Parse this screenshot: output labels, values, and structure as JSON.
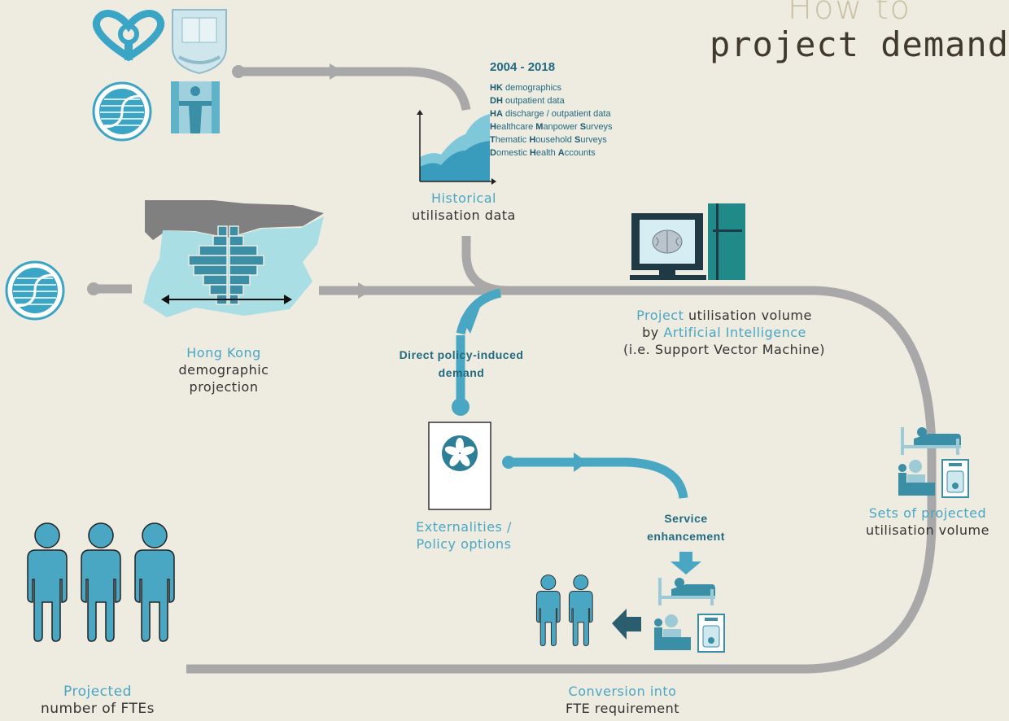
{
  "title": {
    "line1": "How to",
    "line2": "project demand"
  },
  "sources": {
    "years": "2004 - 2018",
    "items": [
      {
        "bold": "HK",
        "rest": " demographics"
      },
      {
        "bold": "DH",
        "rest": " outpatient data"
      },
      {
        "bold": "HA",
        "rest": " discharge / outpatient data"
      },
      {
        "bold": "H",
        "rest": "ealthcare ",
        "bold2": "M",
        "rest2": "anpower ",
        "bold3": "S",
        "rest3": "urveys"
      },
      {
        "bold": "T",
        "rest": "hematic ",
        "bold2": "H",
        "rest2": "ousehold ",
        "bold3": "S",
        "rest3": "urveys"
      },
      {
        "bold": "D",
        "rest": "omestic ",
        "bold2": "H",
        "rest2": "ealth ",
        "bold3": "A",
        "rest3": "ccounts"
      }
    ]
  },
  "labels": {
    "historical": {
      "accent": "Historical",
      "dark": "utilisation data"
    },
    "hk_demo": {
      "accent": "Hong Kong",
      "dark1": "demographic",
      "dark2": "projection"
    },
    "ai": {
      "accent1": "Project",
      "dark1": " utilisation volume",
      "dark2": "by ",
      "accent2": "Artificial Intelligence",
      "dark3": "(i.e. Support Vector Machine)"
    },
    "policy_demand": {
      "line1": "Direct policy-induced",
      "line2": "demand"
    },
    "externalities": {
      "line1": "Externalities /",
      "line2": "Policy options"
    },
    "service": {
      "line1": "Service",
      "line2": "enhancement"
    },
    "sets": {
      "accent": "Sets of projected",
      "dark": "utilisation volume"
    },
    "projected_fte": {
      "accent": "Projected",
      "dark": "number of FTEs"
    },
    "conversion": {
      "accent": "Conversion into",
      "dark": "FTE requirement"
    }
  },
  "colors": {
    "background": "#eeebe1",
    "accent": "#4aa7c3",
    "teal_dark": "#216a80",
    "grey_path": "#a8a8a8",
    "title_light": "#c9c1a2",
    "title_dark": "#3f3a2b"
  },
  "icons": [
    "ha-heart-logo-icon",
    "hku-crest-icon",
    "statistics-logo-icon",
    "dh-logo-icon",
    "area-chart-icon",
    "hk-map-icon",
    "population-pyramid-icon",
    "computer-brain-icon",
    "bauhinia-flag-icon",
    "hospital-bed-icon",
    "doctor-desk-icon",
    "medicine-icon",
    "people-icon",
    "down-arrow-icon",
    "left-arrow-icon"
  ]
}
